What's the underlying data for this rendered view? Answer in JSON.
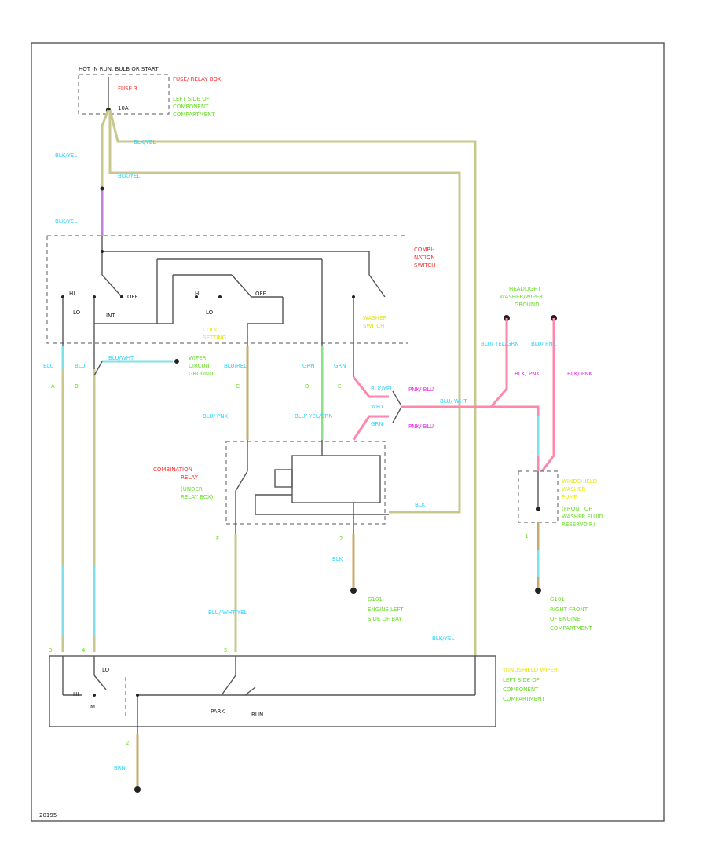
{
  "labels": {
    "hot": "HOT IN RUN, BULB OR START",
    "fuse_box_name": "FUSE/ RELAY BOX",
    "fuse_box_loc1": "LEFT SIDE OF",
    "fuse_box_loc2": "COMPONENT",
    "fuse_box_loc3": "COMPARTMENT",
    "fuse_id": "FUSE 3",
    "fuse_amp": "10A",
    "wire_top1": "BLK/YEL",
    "wire_top2": "BLK/YEL",
    "wire_top3": "BLK/YEL",
    "wire_top4": "BLK/YEL",
    "switch_name1": "COMBI-",
    "switch_name2": "NATION",
    "switch_name3": "SWITCH",
    "lo": "LO",
    "hi": "HI",
    "off1": "OFF",
    "off2": "OFF",
    "int": "INT",
    "hi_sw": "HI",
    "lo_sw": "LO",
    "washer_sw1": "WASHER",
    "washer_sw2": "SWITCH",
    "cool_label1": "COOL",
    "cool_label2": "SETTING",
    "blu_l": "BLU",
    "blu_r": "BLU",
    "pin_a": "A",
    "pin_b": "B",
    "pin_c": "C",
    "pin_d": "D",
    "pin_e": "E",
    "pin_f": "F",
    "wire_mid": "BLU/WHT",
    "wiper_ground1": "WIPER",
    "wiper_ground2": "CIRCUIT",
    "wiper_ground3": "GROUND",
    "blk_red1": "BLU/RED",
    "grn": "GRN",
    "grn_yel": "GRN",
    "blu_yel": "BLU/ YEL/GRN",
    "blu_pink": "BLU/ PNK",
    "relay_name1": "COMBINATION",
    "relay_name2": "RELAY",
    "relay_loc1": "(UNDER",
    "relay_loc2": "RELAY BOX)",
    "headlight1": "HEADLIGHT",
    "headlight2": "WASHER/WIPER",
    "headlight3": "GROUND",
    "ground_a1": "G101",
    "ground_a2": "ENGINE LEFT",
    "ground_a3": "SIDE OF BAY",
    "blk1": "BLK",
    "blk2": "BLK",
    "motor_pins1": "BLK/YEL",
    "motor_pins2": "WHT",
    "motor_pins3": "GRN",
    "blk_wht": "BLU/ WHT",
    "washer_motor1": "WINDSHIELD",
    "washer_motor2": "WASHER",
    "washer_motor3": "PUMP",
    "washer_motor4": "(FRONT OF",
    "washer_motor5": "WASHER FLUID",
    "washer_motor6": "RESERVOIR)",
    "ground_b1": "G101",
    "ground_b2": "RIGHT FRONT",
    "ground_b3": "OF ENGINE",
    "ground_b4": "COMPARTMENT",
    "pnk1": "PNK/ BLU",
    "pnk2": "PNK/ BLU",
    "pnk_big1": "BLK/ PNK",
    "pnk_big2": "BLK/ PNK",
    "wipe_motor1": "WINDSHIELD WIPER",
    "wipe_motor2": "LEFT SIDE OF",
    "wipe_motor3": "COMPONENT",
    "wipe_motor4": "COMPARTMENT",
    "park": "PARK",
    "run": "RUN",
    "blk_yel_bot": "BLK/YEL",
    "blu_left": "BLU/ WHT/YEL",
    "motor_hi": "HI",
    "motor_lo": "LO",
    "motor_m": "M",
    "pin_1": "1",
    "pin_2": "2",
    "pin_3": "3",
    "pin_4": "4",
    "pin_5": "5",
    "ground_c": "BRN",
    "fig_id": "20195"
  }
}
